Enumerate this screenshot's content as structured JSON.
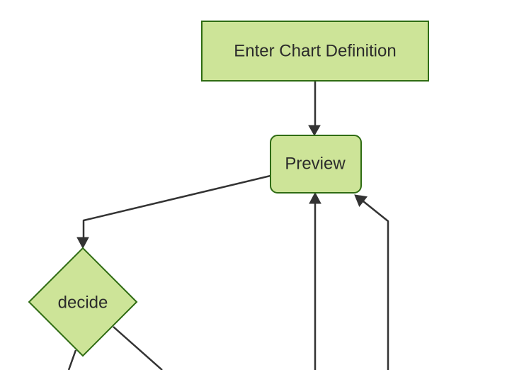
{
  "theme": {
    "background": "#ffffff",
    "node_fill": "#cde498",
    "node_border": "#2f6c13",
    "edge_color": "#333333",
    "text_color": "#2b2b2b"
  },
  "diagram": {
    "type": "flowchart",
    "orientation": "top-down",
    "nodes": [
      {
        "id": "enter-chart-definition",
        "label": "Enter Chart Definition",
        "shape": "rectangle"
      },
      {
        "id": "preview",
        "label": "Preview",
        "shape": "rounded-rectangle"
      },
      {
        "id": "decide",
        "label": "decide",
        "shape": "diamond"
      }
    ],
    "edges": [
      {
        "from": "enter-chart-definition",
        "to": "preview",
        "arrowhead_visible": true
      },
      {
        "from": "preview",
        "to": "decide",
        "arrowhead_visible": true
      },
      {
        "from": "offscreen-bottom",
        "to": "preview",
        "arrowhead_visible": true
      },
      {
        "from": "offscreen-bottom-right",
        "to": "preview",
        "arrowhead_visible": true
      },
      {
        "from": "decide",
        "to": "offscreen-bottom-left",
        "arrowhead_visible": false
      },
      {
        "from": "decide",
        "to": "offscreen-bottom-right",
        "arrowhead_visible": false
      }
    ]
  }
}
